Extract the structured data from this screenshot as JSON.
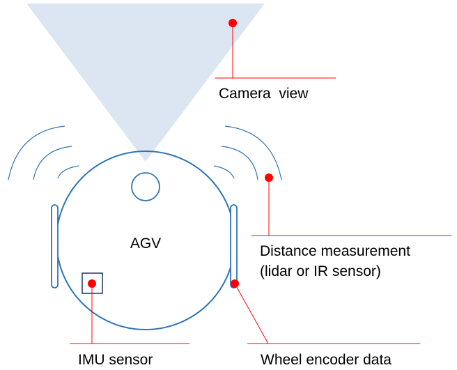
{
  "vehicle": {
    "label": "AGV"
  },
  "labels": {
    "camera": "Camera  view",
    "distance_line1": "Distance measurement",
    "distance_line2": "(lidar or IR sensor)",
    "imu": "IMU sensor",
    "wheel": "Wheel encoder data"
  },
  "colors": {
    "body_outline": "#2E75B6",
    "camera_cone": "#DCE6F2",
    "callout": "#FF0000",
    "imu_box": "#1F3864",
    "text": "#000000"
  }
}
